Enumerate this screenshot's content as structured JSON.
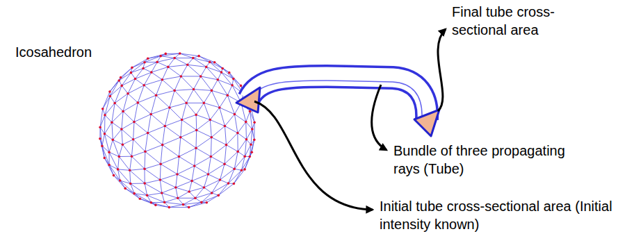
{
  "diagram": {
    "labels": [
      "Icosahedron",
      "Final tube cross-sectional area",
      "Bundle of three propagating rays (Tube)",
      "Initial tube cross-sectional area (Initial intensity known)"
    ]
  }
}
